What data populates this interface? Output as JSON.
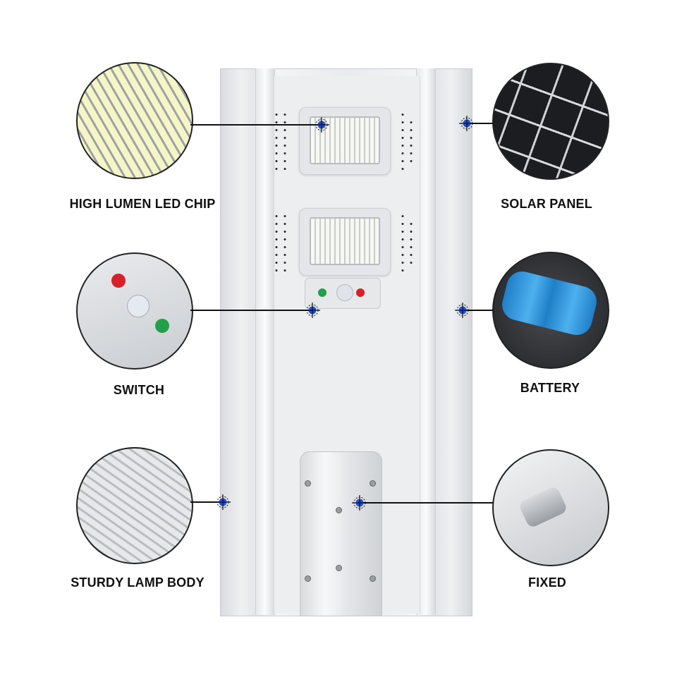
{
  "features": {
    "led_chip": {
      "label": "HIGH LUMEN LED CHIP",
      "icon": "led-chip-closeup"
    },
    "solar_panel": {
      "label": "SOLAR PANEL",
      "icon": "solar-panel-closeup"
    },
    "switch": {
      "label": "SWITCH",
      "icon": "switch-closeup"
    },
    "battery": {
      "label": "BATTERY",
      "icon": "battery-closeup"
    },
    "lamp_body": {
      "label": "STURDY LAMP BODY",
      "icon": "lamp-body-closeup"
    },
    "fixed": {
      "label": "FIXED",
      "icon": "pole-mount-closeup"
    }
  },
  "colors": {
    "marker": "#1e4fd8",
    "switch_red": "#d8202a",
    "switch_green": "#22a049",
    "battery": "#2a8fd6"
  }
}
